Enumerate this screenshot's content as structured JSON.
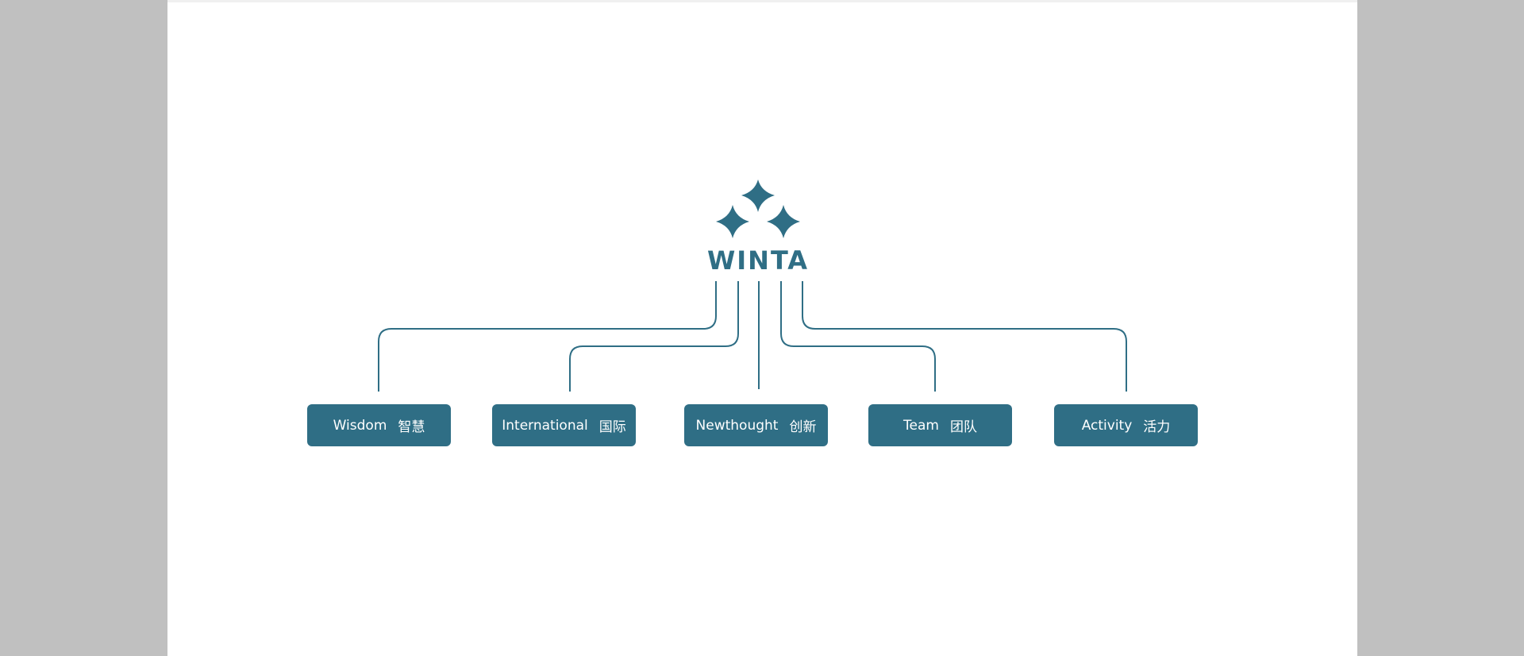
{
  "logo": {
    "text": "WINTA",
    "icon": "three-sparkle-stars"
  },
  "colors": {
    "accent": "#2f6e85",
    "page": "#ffffff",
    "backdrop": "#c0c0c0"
  },
  "nodes": [
    {
      "en": "Wisdom",
      "zh": "智慧"
    },
    {
      "en": "International",
      "zh": "国际"
    },
    {
      "en": "Newthought",
      "zh": "创新"
    },
    {
      "en": "Team",
      "zh": "团队"
    },
    {
      "en": "Activity",
      "zh": "活力"
    }
  ]
}
